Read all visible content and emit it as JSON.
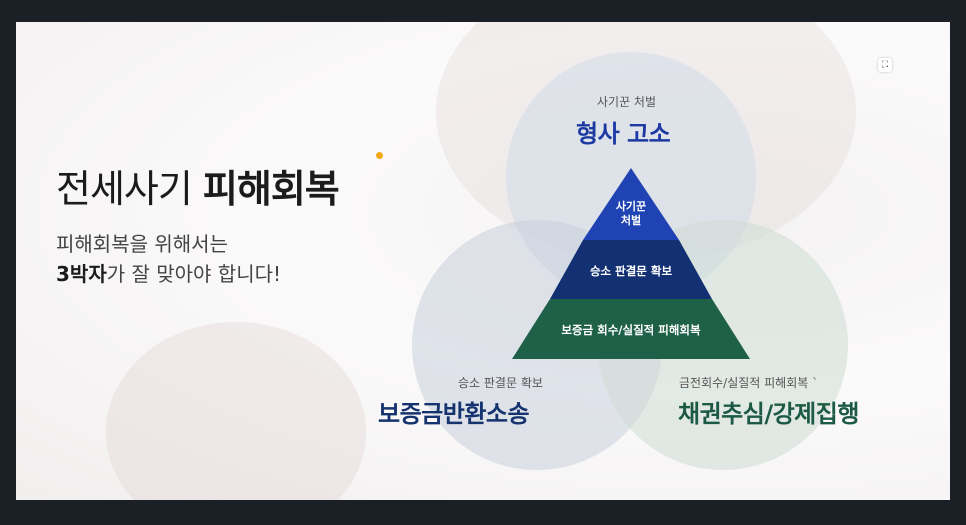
{
  "slide": {
    "title_regular": "전세사기 ",
    "title_bold": "피해회복",
    "subtitle_line1": "피해회복을 위해서는",
    "subtitle_line2_bold": "3박자",
    "subtitle_line2_rest": "가 잘 맞아야 합니다!",
    "accent_dot_color": "#f2a818"
  },
  "circles": {
    "top": {
      "small": "사기꾼 처벌",
      "big": "형사 고소"
    },
    "left": {
      "small": "승소 판결문 확보",
      "big": "보증금반환소송"
    },
    "right": {
      "small": "금전회수/실질적 피해회복 `",
      "big": "채권추심/강제집행"
    }
  },
  "pyramid": {
    "top": {
      "line1": "사기꾼",
      "line2": "처벌",
      "color": "#1f43b3"
    },
    "middle": {
      "label": "승소 판결문 확보",
      "color": "#123072"
    },
    "bottom": {
      "label": "보증금 회수/실질적 피해회복",
      "color": "#1f6148"
    }
  },
  "controls": {
    "expand_icon": "expand-icon"
  }
}
